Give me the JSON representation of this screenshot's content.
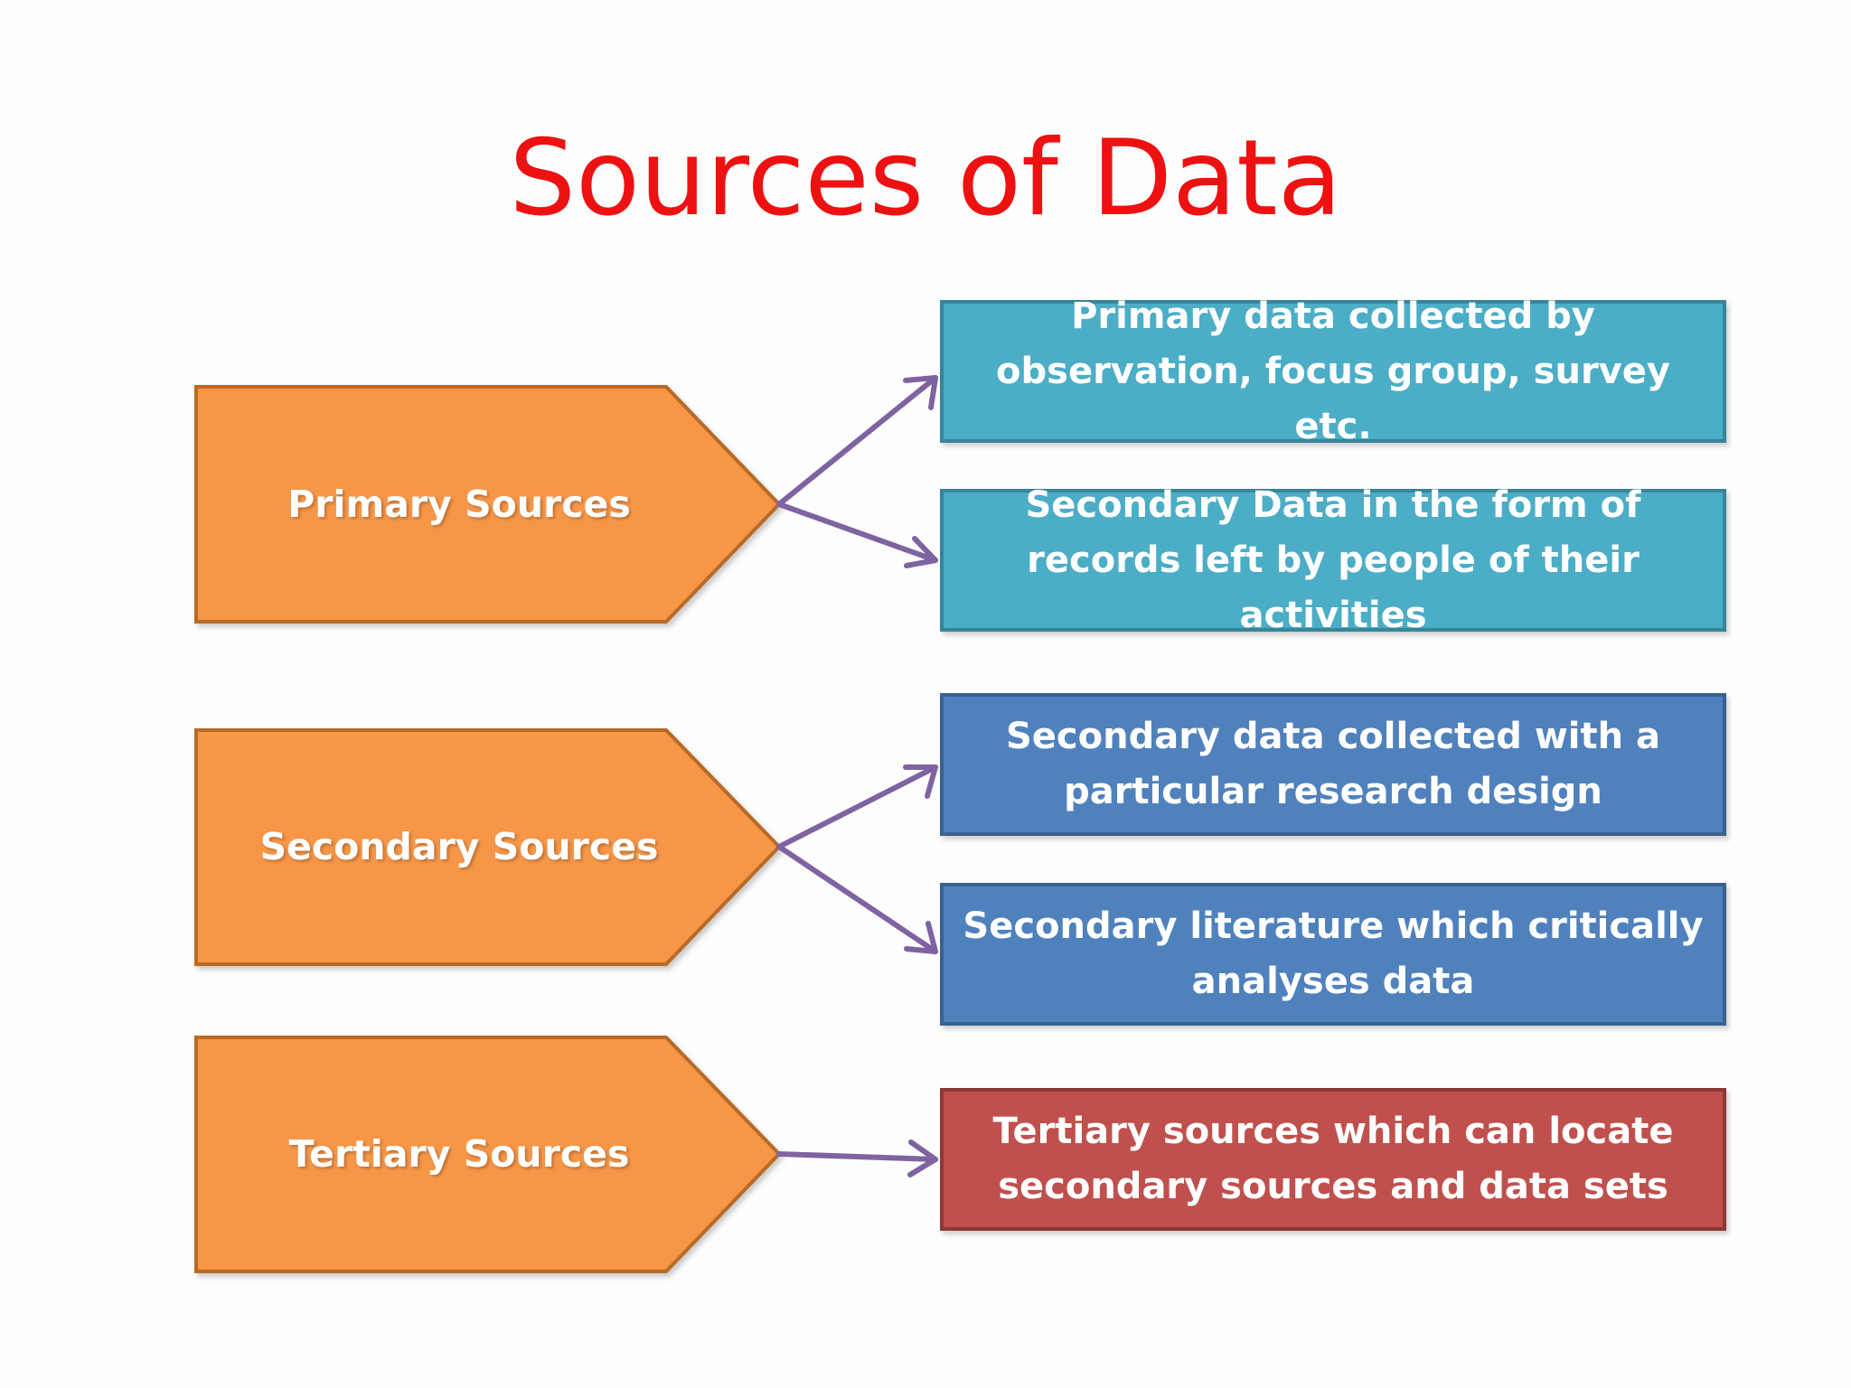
{
  "title": "Sources of Data",
  "colors": {
    "title": "#ee1111",
    "source_fill": "#f79646",
    "source_border": "#b86a28",
    "primary_box": "#4bacc6",
    "secondary_box": "#4f81bd",
    "tertiary_box": "#c0504d",
    "arrow": "#7f63a1"
  },
  "sources": [
    {
      "label": "Primary Sources",
      "boxes": [
        {
          "text": "Primary data collected by observation, focus group, survey etc."
        },
        {
          "text": "Secondary Data in the form of records left by people of their activities"
        }
      ]
    },
    {
      "label": "Secondary Sources",
      "boxes": [
        {
          "text": "Secondary data collected with a particular research design"
        },
        {
          "text": "Secondary literature which critically analyses data"
        }
      ]
    },
    {
      "label": "Tertiary Sources",
      "boxes": [
        {
          "text": "Tertiary sources which can locate secondary sources and data sets"
        }
      ]
    }
  ]
}
